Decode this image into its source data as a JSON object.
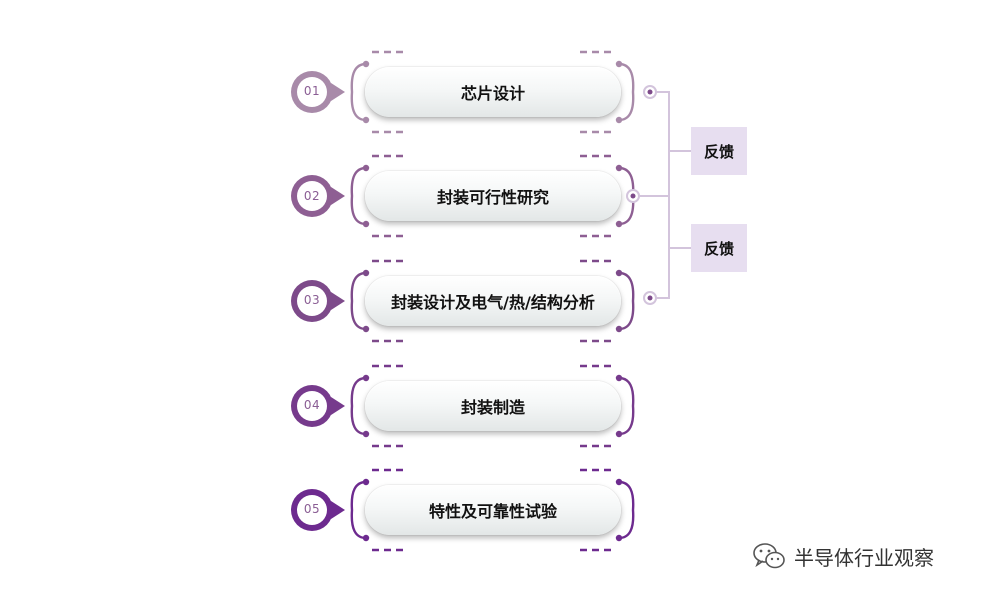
{
  "steps": [
    {
      "num": "01",
      "label": "芯片设计"
    },
    {
      "num": "02",
      "label": "封装可行性研究"
    },
    {
      "num": "03",
      "label": "封装设计及电气/热/结构分析"
    },
    {
      "num": "04",
      "label": "封装制造"
    },
    {
      "num": "05",
      "label": "特性及可靠性试验"
    }
  ],
  "feedback": [
    "反馈",
    "反馈"
  ],
  "watermark": {
    "text": "半导体行业观察",
    "icon": "wechat-icon"
  },
  "colors": {
    "badge_gradient": [
      "#a88aa9",
      "#8e5f93",
      "#7d4a8a",
      "#763a8c",
      "#6d2a8f"
    ],
    "feedback_bg": "#e7def0",
    "connector": "#d3c4dc"
  }
}
